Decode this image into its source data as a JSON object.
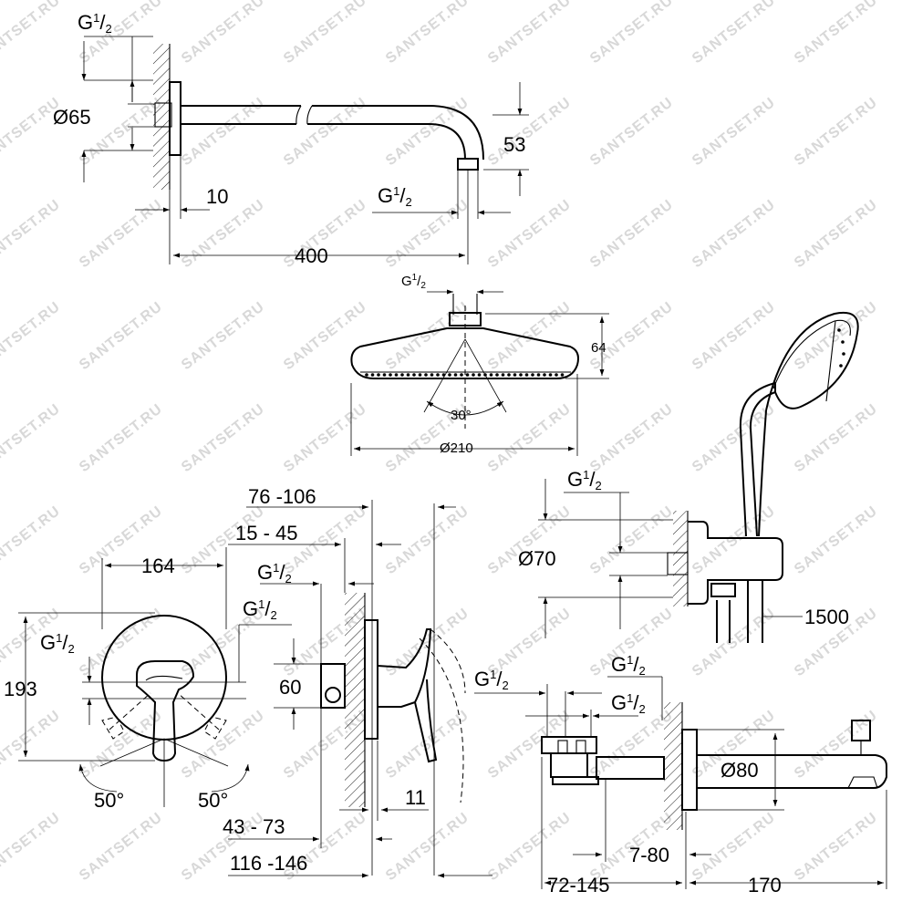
{
  "watermark": "SANTSET.RU",
  "shower_arm": {
    "thread_top": {
      "g": "G",
      "num": "1",
      "den": "2"
    },
    "rosette_diameter": "Ø65",
    "wall_gap": "10",
    "length": "400",
    "drop_height": "53",
    "thread_end": {
      "g": "G",
      "num": "1",
      "den": "2"
    }
  },
  "head_shower": {
    "thread": {
      "g": "G",
      "num": "1",
      "den": "2"
    },
    "height": "64",
    "angle": "30°",
    "diameter": "Ø210"
  },
  "hand_shower": {
    "thread": {
      "g": "G",
      "num": "1",
      "den": "2"
    },
    "diameter": "Ø70",
    "hose_length": "1500"
  },
  "mixer_front": {
    "width": "164",
    "height": "193",
    "thread": {
      "g": "G",
      "num": "1",
      "den": "2"
    },
    "angle_left": "50°",
    "angle_right": "50°"
  },
  "mixer_side": {
    "depth_1": "76 -106",
    "depth_2": "15 - 45",
    "thread_1": {
      "g": "G",
      "num": "1",
      "den": "2"
    },
    "thread_2": {
      "g": "G",
      "num": "1",
      "den": "2"
    },
    "height": "60",
    "lever_gap": "11",
    "depth_3": "43 - 73",
    "depth_4": "116 -146"
  },
  "bath_spout": {
    "thread_1": {
      "g": "G",
      "num": "1",
      "den": "2"
    },
    "thread_2": {
      "g": "G",
      "num": "1",
      "den": "2"
    },
    "thread_3": {
      "g": "G",
      "num": "1",
      "den": "2"
    },
    "diameter": "Ø80",
    "wall_range": "7-80",
    "body_range": "72-145",
    "projection": "170"
  }
}
